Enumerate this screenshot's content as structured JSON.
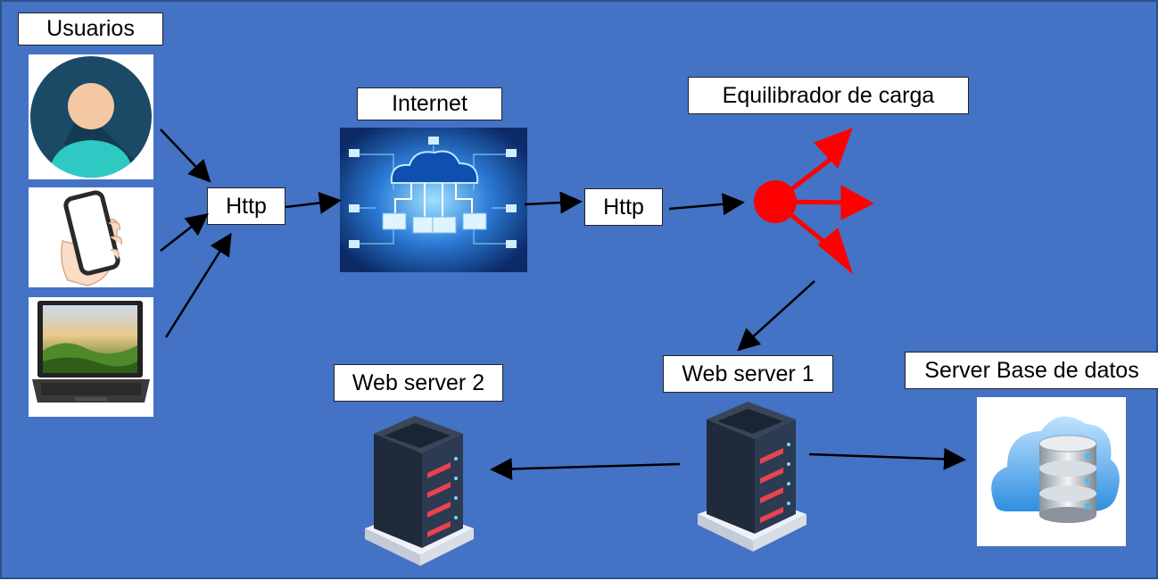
{
  "labels": {
    "users": "Usuarios",
    "http_left": "Http",
    "internet": "Internet",
    "http_right": "Http",
    "load_balancer": "Equilibrador de carga",
    "web_server_1": "Web server 1",
    "web_server_2": "Web server 2",
    "db_server": "Server Base de datos"
  },
  "colors": {
    "background": "#4472c4",
    "arrow": "#000000",
    "load_balancer": "#ff0000"
  },
  "icons": {
    "user": "user-avatar-icon",
    "phone": "smartphone-in-hand-icon",
    "laptop": "laptop-icon",
    "internet": "cloud-network-icon",
    "load_balancer": "load-balancer-arrows-icon",
    "server": "server-rack-icon",
    "database": "cloud-database-icon"
  }
}
